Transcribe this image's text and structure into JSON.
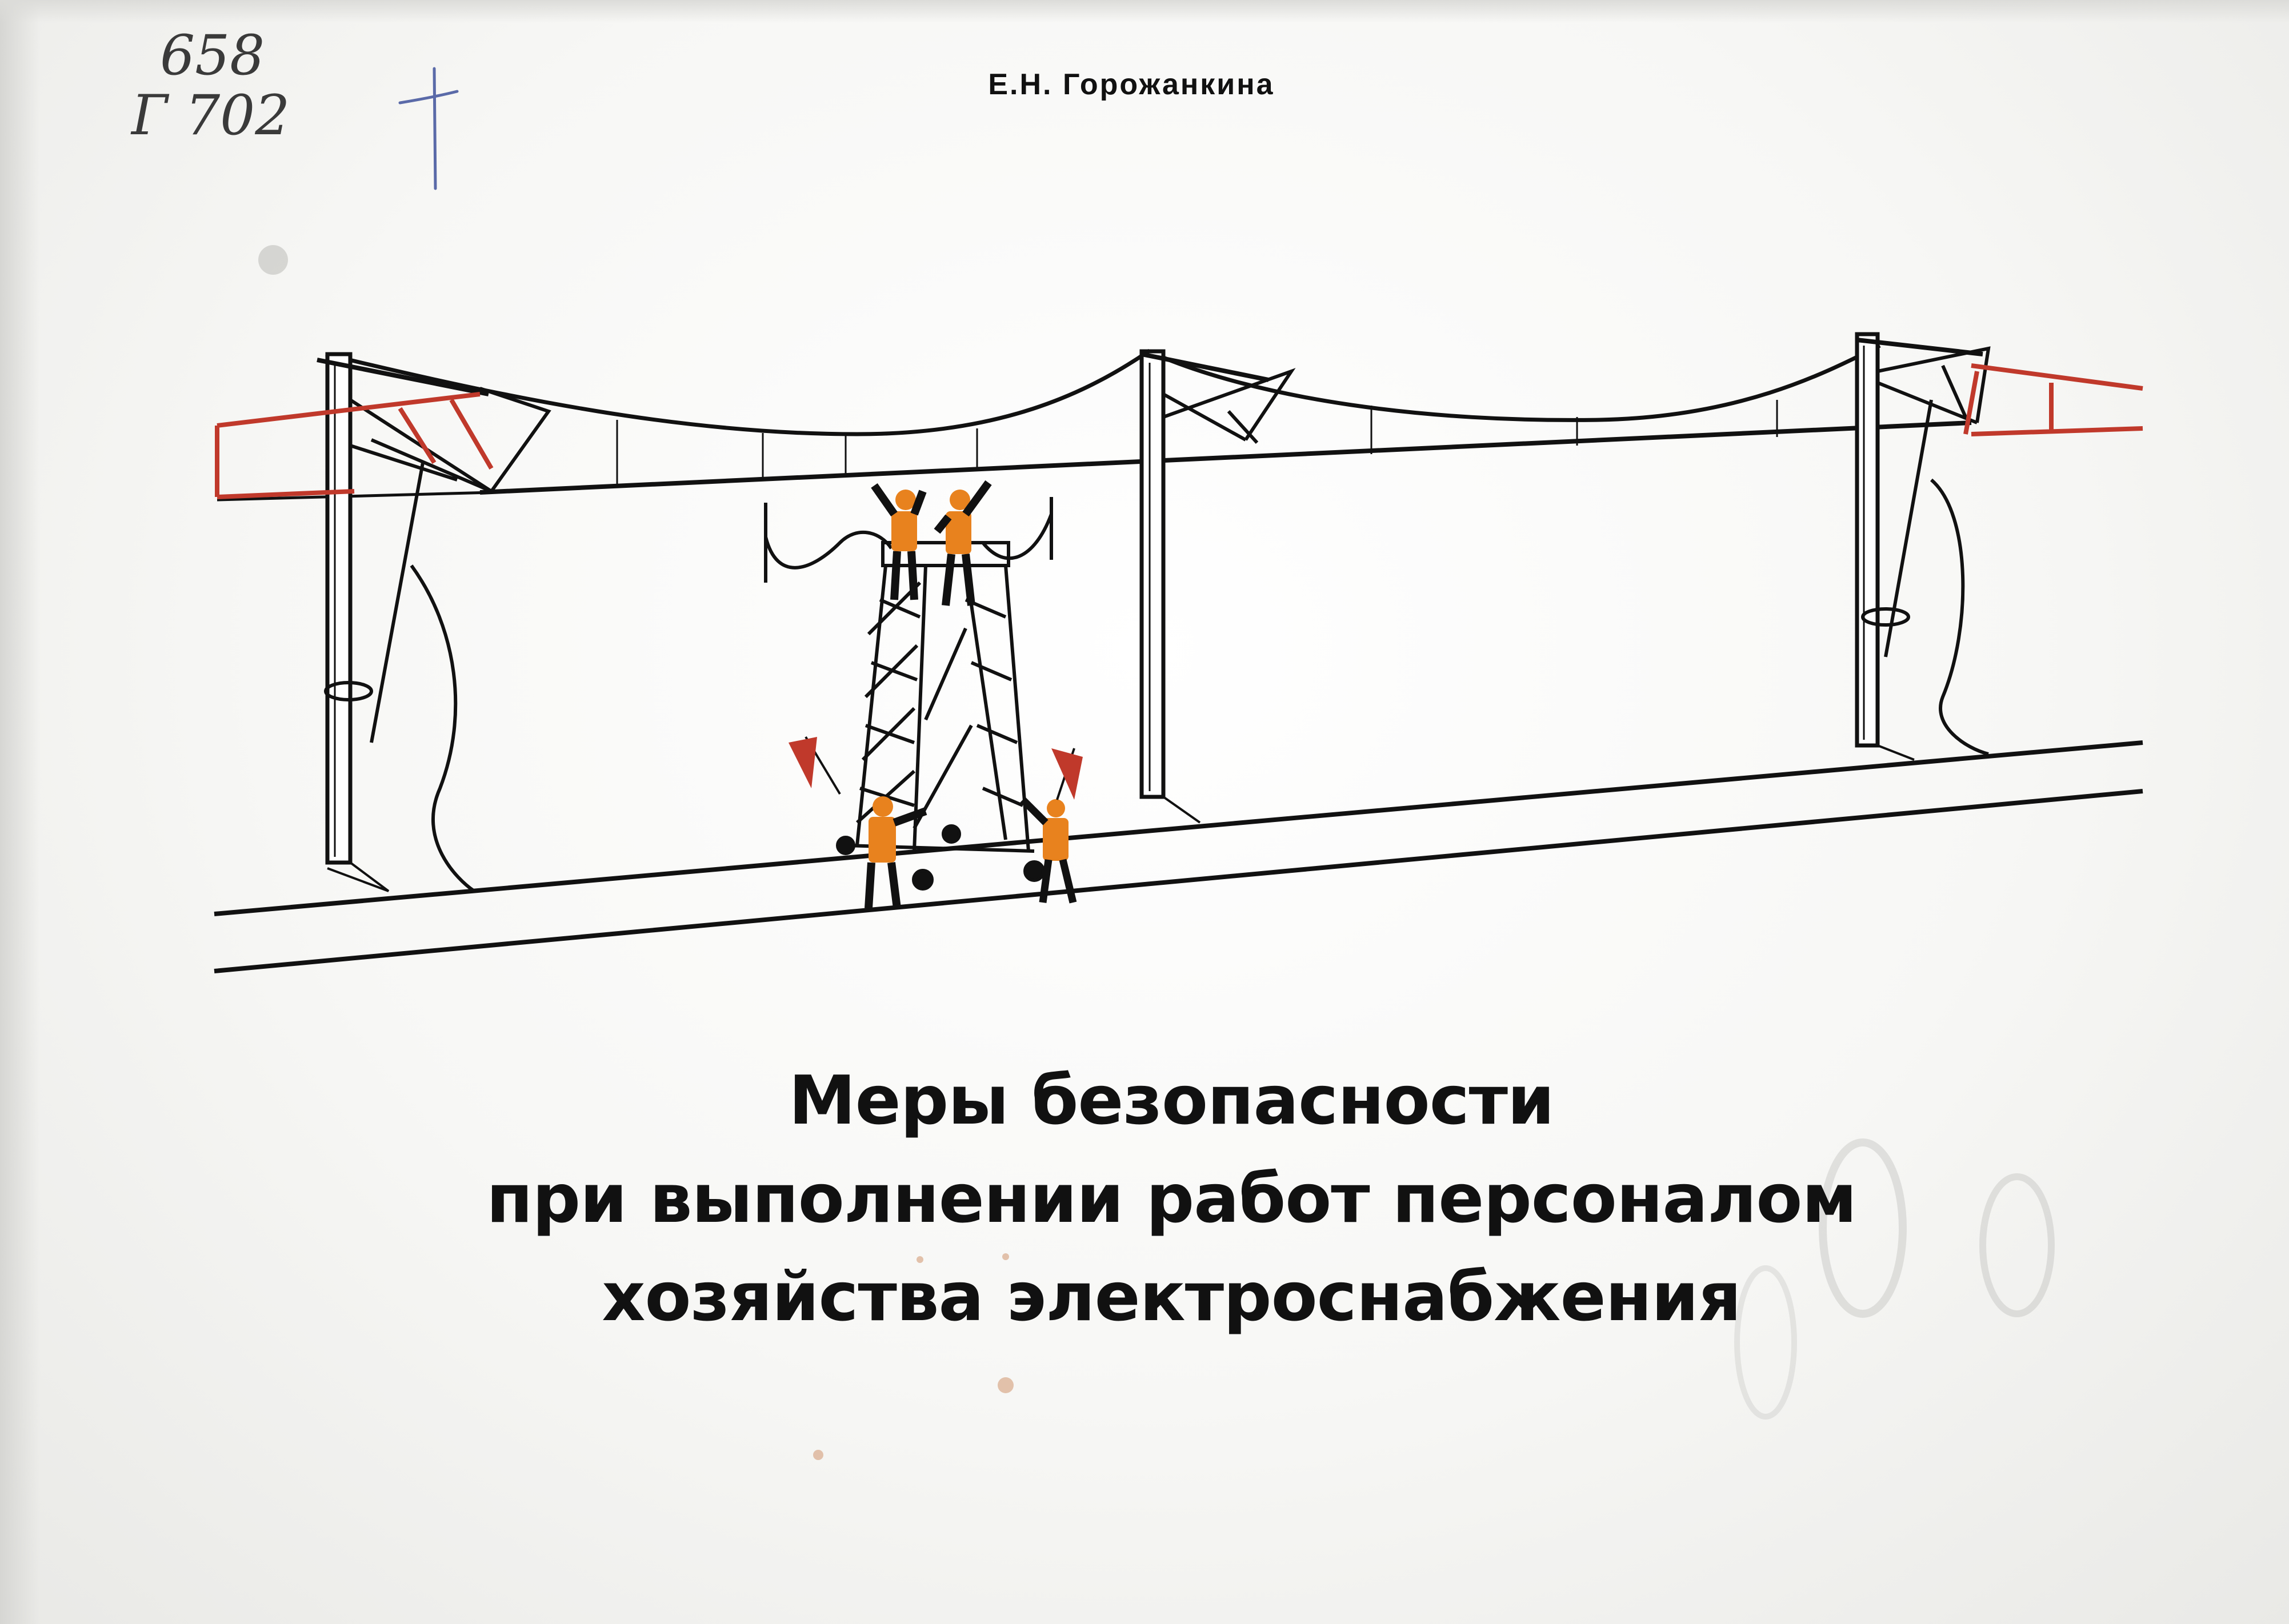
{
  "cover": {
    "author": "Е.Н. Горожанкина",
    "title_lines": [
      "Меры безопасности",
      "при выполнении работ персоналом",
      "хозяйства электроснабжения"
    ],
    "library_mark": {
      "line1": "658",
      "line2": "Г  702"
    }
  },
  "colors": {
    "ink": "#111111",
    "accent_red": "#c0392b",
    "vest_orange": "#e8821e"
  }
}
